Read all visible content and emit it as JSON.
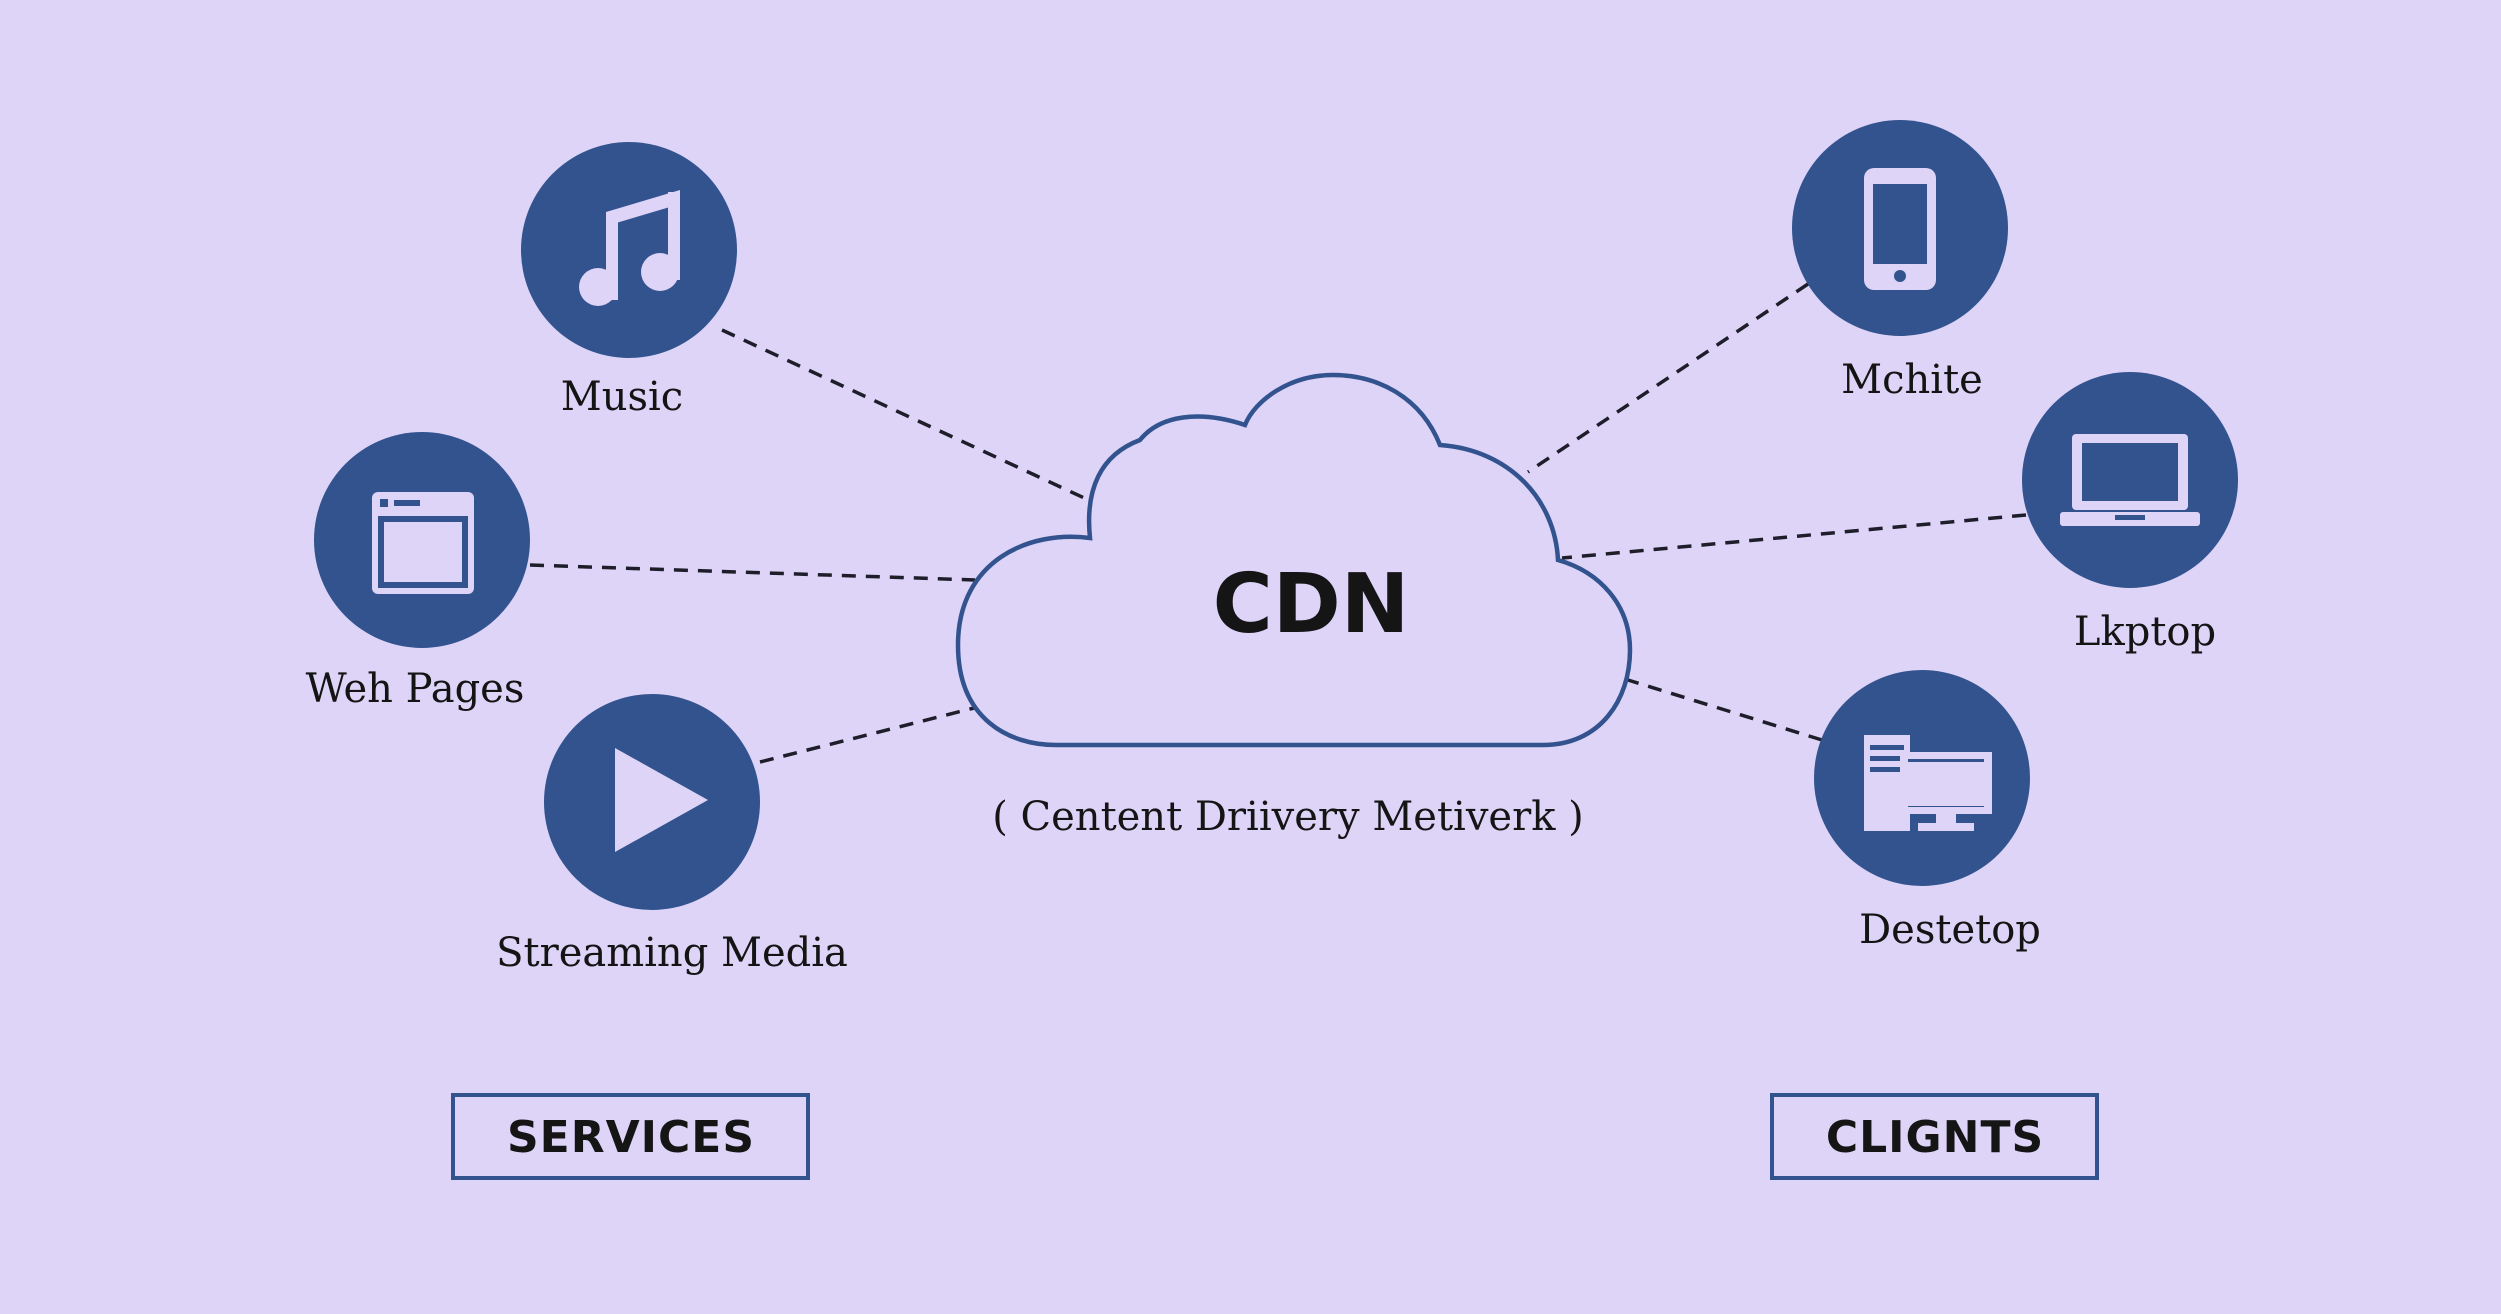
{
  "diagram": {
    "center": {
      "title": "CDN",
      "subtitle": "( Centent Driivery Metiverk )"
    },
    "services": {
      "heading": "SERVICES",
      "items": [
        {
          "label": "Music",
          "icon": "music-note-icon"
        },
        {
          "label": "Weh Pages",
          "icon": "web-page-icon"
        },
        {
          "label": "Streaming Media",
          "icon": "play-icon"
        }
      ]
    },
    "clients": {
      "heading": "CLIGNTS",
      "items": [
        {
          "label": "Mchite",
          "icon": "mobile-phone-icon"
        },
        {
          "label": "Lkptop",
          "icon": "laptop-icon"
        },
        {
          "label": "Destetop",
          "icon": "desktop-computer-icon"
        }
      ]
    },
    "colors": {
      "background": "#ddd4f8",
      "node": "#33538f",
      "cloud_outline": "#33538f",
      "text": "#151515"
    }
  }
}
